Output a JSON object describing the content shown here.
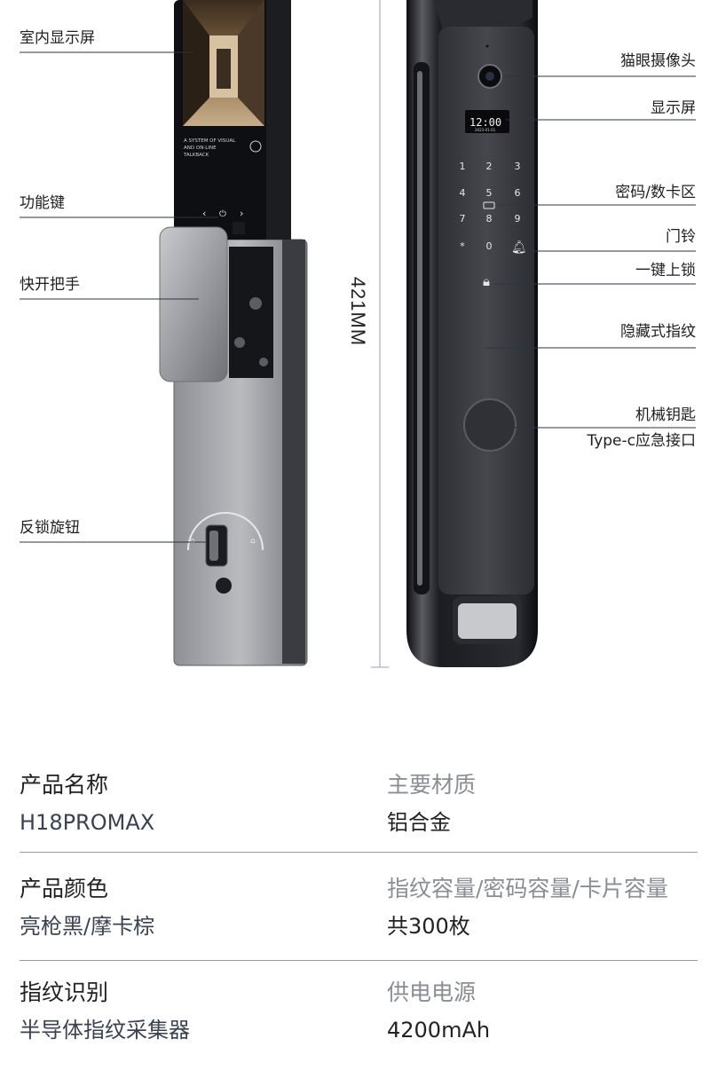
{
  "callouts_left": [
    {
      "key": "indoor_screen",
      "label": "室内显示屏"
    },
    {
      "key": "function_keys",
      "label": "功能键"
    },
    {
      "key": "quick_handle",
      "label": "快开把手"
    },
    {
      "key": "anti_lock_knob",
      "label": "反锁旋钮"
    }
  ],
  "callouts_right": [
    {
      "key": "peephole_camera",
      "label": "猫眼摄像头"
    },
    {
      "key": "display",
      "label": "显示屏"
    },
    {
      "key": "password_card",
      "label": "密码/数卡区"
    },
    {
      "key": "doorbell",
      "label": "门铃"
    },
    {
      "key": "one_key_lock",
      "label": "一键上锁"
    },
    {
      "key": "hidden_fingerprint",
      "label": "隐藏式指纹"
    },
    {
      "key": "mechanical_key",
      "label": "机械钥匙"
    },
    {
      "key": "typec",
      "label": "Type-c应急接口"
    }
  ],
  "dimension": "421MM",
  "indoor_screen_text": [
    "A SYSTEM OF VISUAL",
    "AND ON-LINE",
    "TALKBACK"
  ],
  "lock_display": {
    "time": "12:00",
    "date": "2023-01-01"
  },
  "keypad": [
    "1",
    "2",
    "3",
    "4",
    "5",
    "6",
    "7",
    "8",
    "9",
    "*",
    "0"
  ],
  "specs": [
    {
      "left_label": "产品名称",
      "left_value": "H18PROMAX",
      "right_label": "主要材质",
      "right_value": "铝合金"
    },
    {
      "left_label": "产品颜色",
      "left_value": "亮枪黑/摩卡棕",
      "right_label": "指纹容量/密码容量/卡片容量",
      "right_value": "共300枚"
    },
    {
      "left_label": "指纹识别",
      "left_value": "半导体指纹采集器",
      "right_label": "供电电源",
      "right_value": "4200mAh"
    }
  ],
  "colors": {
    "text": "#222222",
    "muted": "#8a8e93",
    "leader": "#2b3440",
    "lock_body": "#3b3d42",
    "chrome": "#1a1b1f"
  }
}
